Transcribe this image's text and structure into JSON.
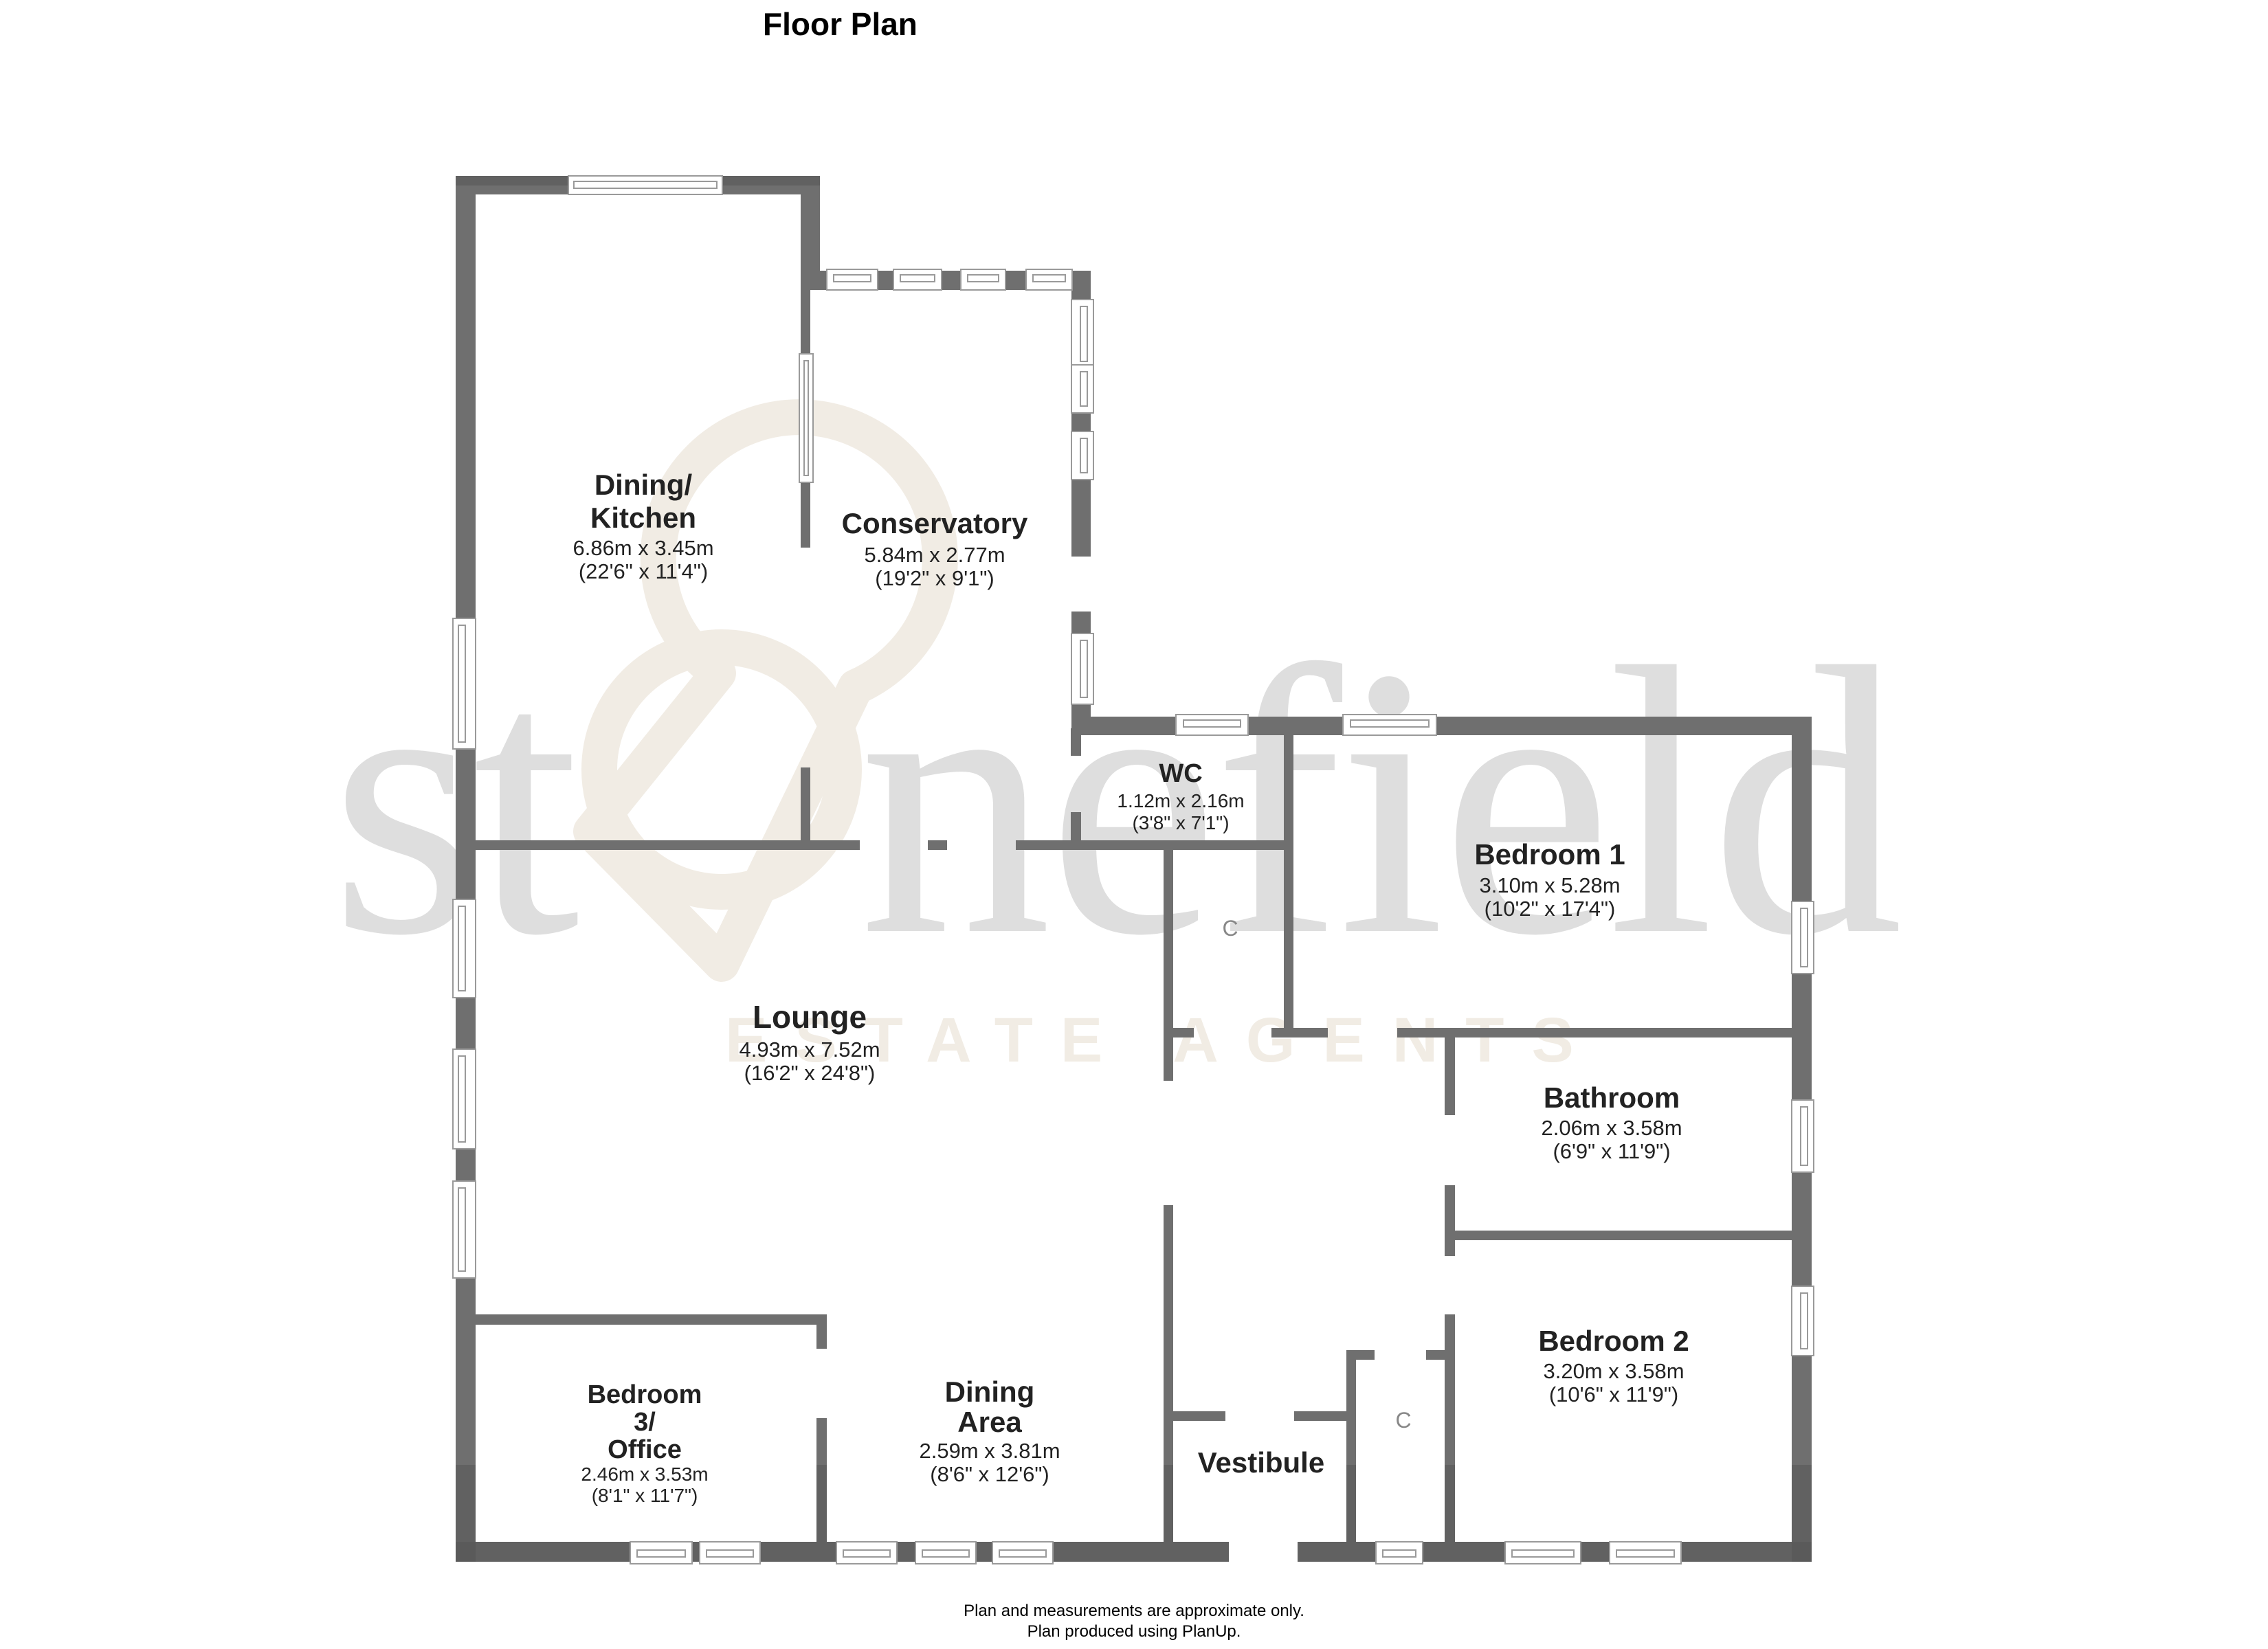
{
  "page": {
    "title": "Floor Plan",
    "footer_line1": "Plan and measurements are approximate only.",
    "footer_line2": "Plan produced using PlanUp."
  },
  "watermark": {
    "brand": "stonefield",
    "brand_prefix": "st",
    "brand_suffix": "nefield",
    "tagline": "ESTATE AGENTS",
    "brand_color": "#dedede",
    "pin_color": "#f1ece4"
  },
  "colors": {
    "wall": "#6f6f6f",
    "wall_dark": "#555555",
    "window_stroke": "#9a9a9a",
    "text": "#222222",
    "cupboard_label": "#888888"
  },
  "rooms": {
    "dining_kitchen": {
      "name_line1": "Dining/",
      "name_line2": "Kitchen",
      "metric": "6.86m x 3.45m",
      "imperial": "(22'6\" x 11'4\")"
    },
    "conservatory": {
      "name": "Conservatory",
      "metric": "5.84m x 2.77m",
      "imperial": "(19'2\" x 9'1\")"
    },
    "wc": {
      "name": "WC",
      "metric": "1.12m x 2.16m",
      "imperial": "(3'8\" x 7'1\")"
    },
    "bedroom_1": {
      "name": "Bedroom 1",
      "metric": "3.10m x 5.28m",
      "imperial": "(10'2\" x 17'4\")"
    },
    "lounge": {
      "name": "Lounge",
      "metric": "4.93m x 7.52m",
      "imperial": "(16'2\" x 24'8\")"
    },
    "bathroom": {
      "name": "Bathroom",
      "metric": "2.06m x 3.58m",
      "imperial": "(6'9\" x 11'9\")"
    },
    "bedroom_2": {
      "name": "Bedroom 2",
      "metric": "3.20m x 3.58m",
      "imperial": "(10'6\" x 11'9\")"
    },
    "bedroom_3_office": {
      "name_line1": "Bedroom",
      "name_line2": "3/",
      "name_line3": "Office",
      "metric": "2.46m x 3.53m",
      "imperial": "(8'1\" x 11'7\")"
    },
    "dining_area": {
      "name_line1": "Dining",
      "name_line2": "Area",
      "metric": "2.59m x 3.81m",
      "imperial": "(8'6\" x 12'6\")"
    },
    "vestibule": {
      "name": "Vestibule"
    }
  },
  "cupboards": [
    {
      "label": "C"
    },
    {
      "label": "C"
    }
  ]
}
